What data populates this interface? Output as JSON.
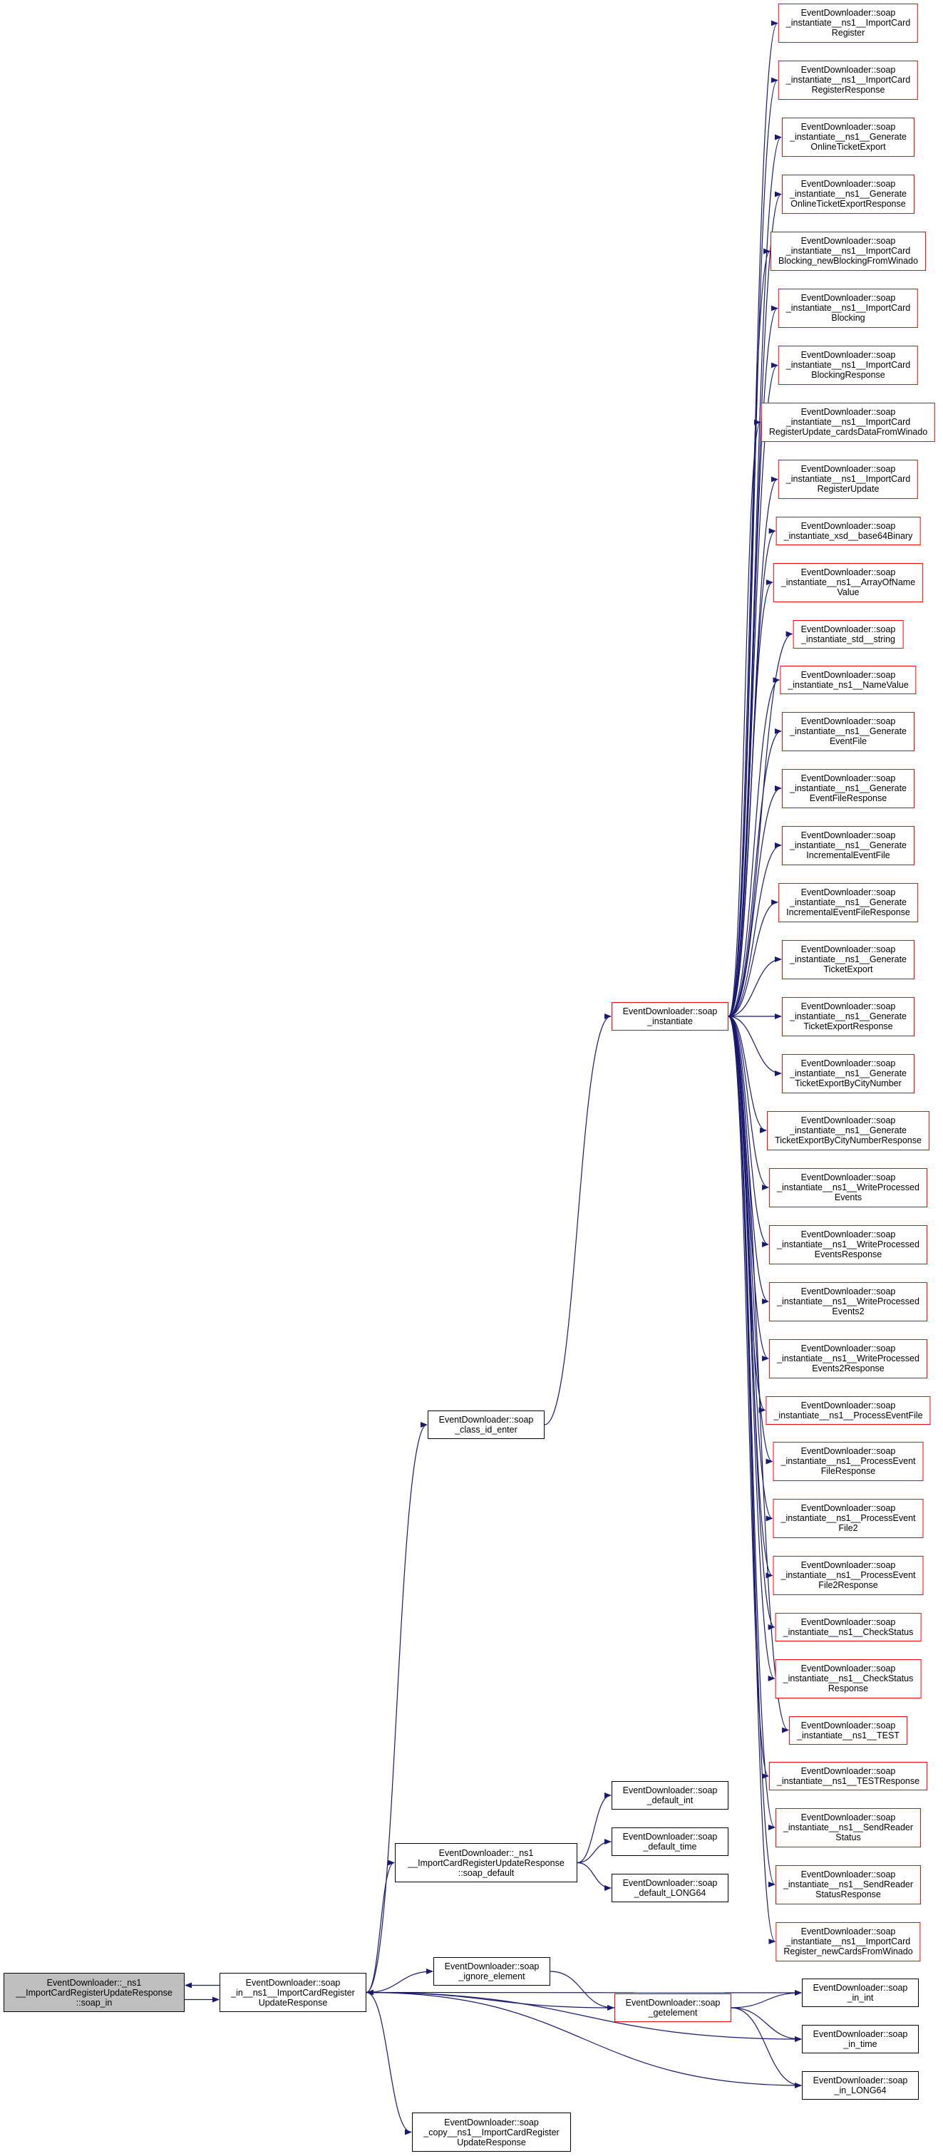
{
  "colors": {
    "edge": "#191970",
    "node_border": "#000000",
    "callee_border": "#ff0000",
    "root_fill": "#bfbfbf"
  },
  "nodes": {
    "soap_in": "EventDownloader::_ns1\n__ImportCardRegisterUpdateResponse\n::soap_in",
    "soap_in_ns1": "EventDownloader::soap\n_in__ns1__ImportCardRegister\nUpdateResponse",
    "class_id_enter": "EventDownloader::soap\n_class_id_enter",
    "soap_default_ns1": "EventDownloader::_ns1\n__ImportCardRegisterUpdateResponse\n::soap_default",
    "ignore_element": "EventDownloader::soap\n_ignore_element",
    "getelement": "EventDownloader::soap\n_getelement",
    "copy": "EventDownloader::soap\n_copy__ns1__ImportCardRegister\nUpdateResponse",
    "instantiate": "EventDownloader::soap\n_instantiate",
    "default_int": "EventDownloader::soap\n_default_int",
    "default_time": "EventDownloader::soap\n_default_time",
    "default_LONG64": "EventDownloader::soap\n_default_LONG64",
    "in_int": "EventDownloader::soap\n_in_int",
    "in_time": "EventDownloader::soap\n_in_time",
    "in_LONG64": "EventDownloader::soap\n_in_LONG64"
  },
  "instantiate_targets": [
    "EventDownloader::soap\n_instantiate__ns1__ImportCard\nRegister",
    "EventDownloader::soap\n_instantiate__ns1__ImportCard\nRegisterResponse",
    "EventDownloader::soap\n_instantiate__ns1__Generate\nOnlineTicketExport",
    "EventDownloader::soap\n_instantiate__ns1__Generate\nOnlineTicketExportResponse",
    "EventDownloader::soap\n_instantiate__ns1__ImportCard\nBlocking_newBlockingFromWinado",
    "EventDownloader::soap\n_instantiate__ns1__ImportCard\nBlocking",
    "EventDownloader::soap\n_instantiate__ns1__ImportCard\nBlockingResponse",
    "EventDownloader::soap\n_instantiate__ns1__ImportCard\nRegisterUpdate_cardsDataFromWinado",
    "EventDownloader::soap\n_instantiate__ns1__ImportCard\nRegisterUpdate",
    "EventDownloader::soap\n_instantiate_xsd__base64Binary",
    "EventDownloader::soap\n_instantiate__ns1__ArrayOfName\nValue",
    "EventDownloader::soap\n_instantiate_std__string",
    "EventDownloader::soap\n_instantiate_ns1__NameValue",
    "EventDownloader::soap\n_instantiate__ns1__Generate\nEventFile",
    "EventDownloader::soap\n_instantiate__ns1__Generate\nEventFileResponse",
    "EventDownloader::soap\n_instantiate__ns1__Generate\nIncrementalEventFile",
    "EventDownloader::soap\n_instantiate__ns1__Generate\nIncrementalEventFileResponse",
    "EventDownloader::soap\n_instantiate__ns1__Generate\nTicketExport",
    "EventDownloader::soap\n_instantiate__ns1__Generate\nTicketExportResponse",
    "EventDownloader::soap\n_instantiate__ns1__Generate\nTicketExportByCityNumber",
    "EventDownloader::soap\n_instantiate__ns1__Generate\nTicketExportByCityNumberResponse",
    "EventDownloader::soap\n_instantiate__ns1__WriteProcessed\nEvents",
    "EventDownloader::soap\n_instantiate__ns1__WriteProcessed\nEventsResponse",
    "EventDownloader::soap\n_instantiate__ns1__WriteProcessed\nEvents2",
    "EventDownloader::soap\n_instantiate__ns1__WriteProcessed\nEvents2Response",
    "EventDownloader::soap\n_instantiate__ns1__ProcessEventFile",
    "EventDownloader::soap\n_instantiate__ns1__ProcessEvent\nFileResponse",
    "EventDownloader::soap\n_instantiate__ns1__ProcessEvent\nFile2",
    "EventDownloader::soap\n_instantiate__ns1__ProcessEvent\nFile2Response",
    "EventDownloader::soap\n_instantiate__ns1__CheckStatus",
    "EventDownloader::soap\n_instantiate__ns1__CheckStatus\nResponse",
    "EventDownloader::soap\n_instantiate__ns1__TEST",
    "EventDownloader::soap\n_instantiate__ns1__TESTResponse",
    "EventDownloader::soap\n_instantiate__ns1__SendReader\nStatus",
    "EventDownloader::soap\n_instantiate__ns1__SendReader\nStatusResponse",
    "EventDownloader::soap\n_instantiate__ns1__ImportCard\nRegister_newCardsFromWinado"
  ],
  "edges": [
    [
      "soap_in_ns1",
      "soap_in"
    ],
    [
      "soap_in",
      "soap_in_ns1"
    ],
    [
      "soap_in_ns1",
      "class_id_enter"
    ],
    [
      "soap_in_ns1",
      "soap_default_ns1"
    ],
    [
      "soap_in_ns1",
      "ignore_element"
    ],
    [
      "soap_in_ns1",
      "in_int"
    ],
    [
      "soap_in_ns1",
      "in_time"
    ],
    [
      "soap_in_ns1",
      "in_LONG64"
    ],
    [
      "soap_in_ns1",
      "copy"
    ],
    [
      "getelement",
      "soap_in_ns1"
    ],
    [
      "ignore_element",
      "getelement"
    ],
    [
      "getelement",
      "in_int"
    ],
    [
      "getelement",
      "in_time"
    ],
    [
      "getelement",
      "in_LONG64"
    ],
    [
      "class_id_enter",
      "instantiate"
    ],
    [
      "soap_default_ns1",
      "default_int"
    ],
    [
      "soap_default_ns1",
      "default_time"
    ],
    [
      "soap_default_ns1",
      "default_LONG64"
    ]
  ]
}
